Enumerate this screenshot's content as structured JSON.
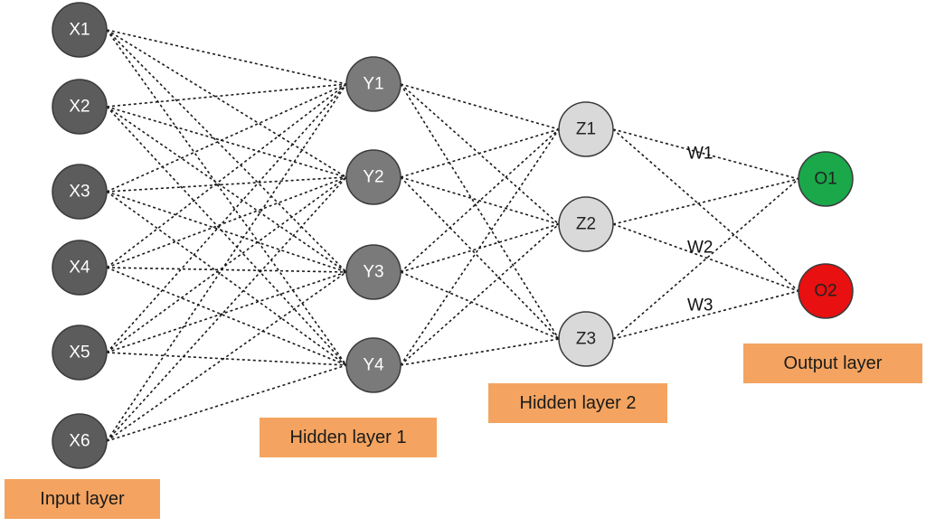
{
  "colors": {
    "input_node": "#5c5c5c",
    "hidden1_node": "#7a7a7a",
    "hidden2_node": "#d9d9d9",
    "output_o1": "#1aa84a",
    "output_o2": "#e81010",
    "label_box": "#f4a460",
    "node_text_dark": "#ffffff",
    "node_text_light": "#222222"
  },
  "layers": {
    "input": {
      "label": "Input layer",
      "nodes": [
        "X1",
        "X2",
        "X3",
        "X4",
        "X5",
        "X6"
      ]
    },
    "hidden1": {
      "label": "Hidden layer 1",
      "nodes": [
        "Y1",
        "Y2",
        "Y3",
        "Y4"
      ]
    },
    "hidden2": {
      "label": "Hidden layer 2",
      "nodes": [
        "Z1",
        "Z2",
        "Z3"
      ]
    },
    "output": {
      "label": "Output layer",
      "nodes": [
        "O1",
        "O2"
      ]
    }
  },
  "weights": [
    "W1",
    "W2",
    "W3"
  ]
}
